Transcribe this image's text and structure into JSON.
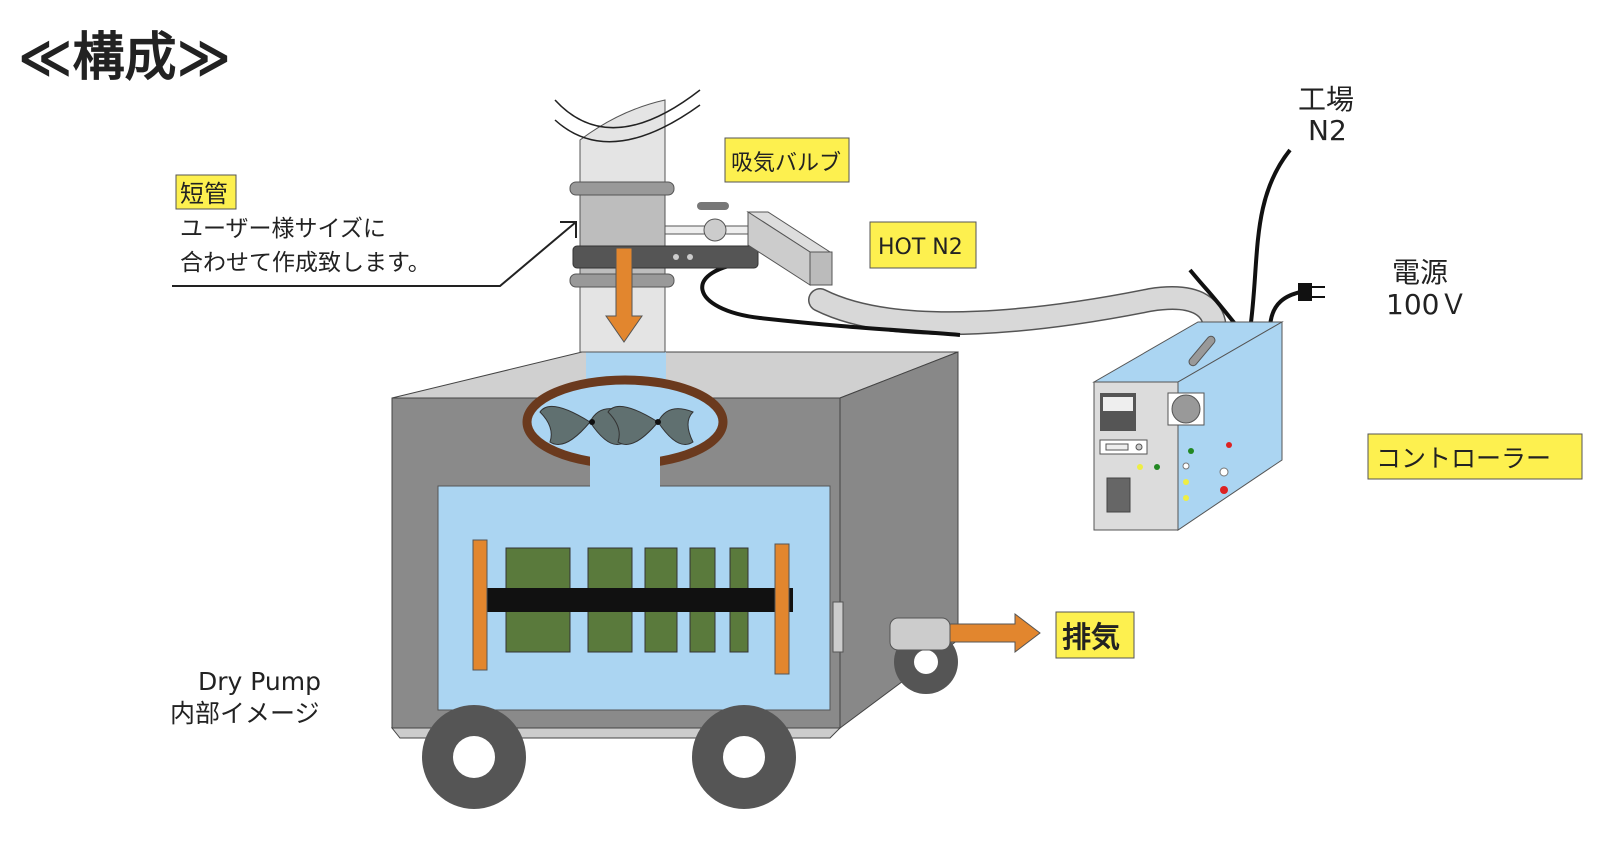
{
  "title": "≪構成≫",
  "labels": {
    "short_pipe": "短管",
    "short_pipe_note_1": "ユーザー様サイズに",
    "short_pipe_note_2": "合わせて作成致します。",
    "intake_valve": "吸気バルブ",
    "hot_n2": "HOT N2",
    "factory": "工場",
    "factory_n2": "N2",
    "power": "電源",
    "power_voltage": "100Ｖ",
    "controller": "コントローラー",
    "exhaust": "排気",
    "pump_name": "Dry Pump",
    "pump_inner": "内部イメージ"
  },
  "colors": {
    "label_bg": "#fdf04f",
    "pump_body": "#8a8a8a",
    "pump_inner": "#abd5f2",
    "rotor": "#5a7a3c",
    "arrow": "#e2862e",
    "controller": "#abd5f2"
  }
}
